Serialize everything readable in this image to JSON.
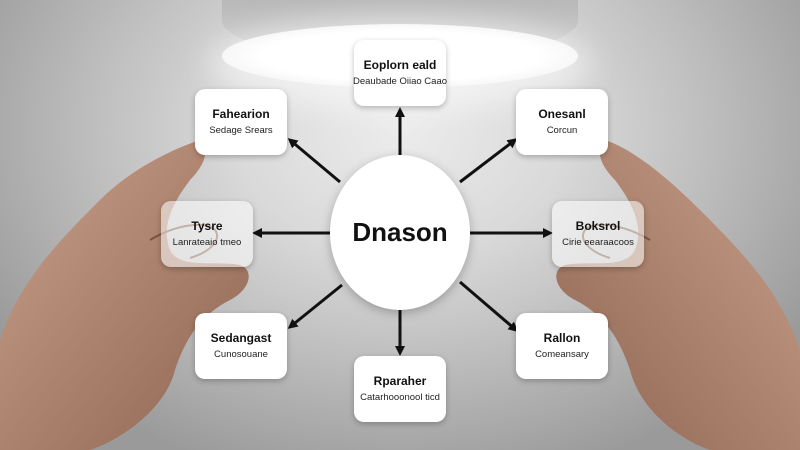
{
  "diagram": {
    "hub": {
      "label": "Dnason"
    },
    "nodes": [
      {
        "id": "top",
        "title": "Eoplorn eald",
        "subtitle": "Deaubade Oiiao Caao"
      },
      {
        "id": "top-left",
        "title": "Fahearion",
        "subtitle": "Sedage Srears"
      },
      {
        "id": "top-right",
        "title": "Onesanl",
        "subtitle": "Corcun"
      },
      {
        "id": "left",
        "title": "Tysre",
        "subtitle": "Lanrateaio tmeo"
      },
      {
        "id": "right",
        "title": "Boksrol",
        "subtitle": "Cirie eearaacoos"
      },
      {
        "id": "bottom-left",
        "title": "Sedangast",
        "subtitle": "Cunosouane"
      },
      {
        "id": "bottom",
        "title": "Rparaher",
        "subtitle": "Catarhooonool ticd"
      },
      {
        "id": "bottom-right",
        "title": "Rallon",
        "subtitle": "Comeansary"
      }
    ],
    "colors": {
      "arrow": "#111111",
      "node_bg": "#ffffff",
      "text": "#111111"
    }
  }
}
